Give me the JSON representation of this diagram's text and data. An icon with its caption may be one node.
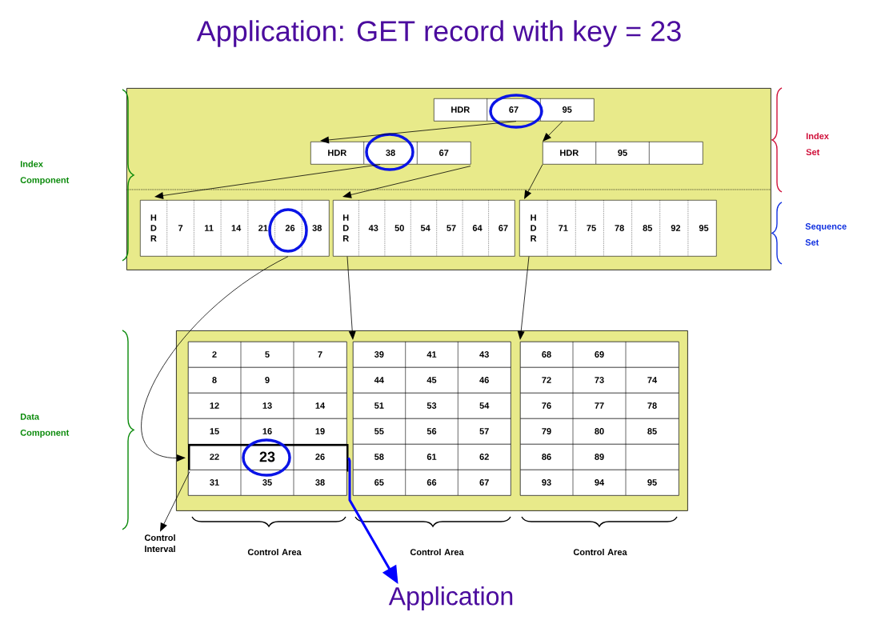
{
  "diagram": {
    "title": "Application: GET record with key = 23",
    "nodes": [
      {
        "text": [],
        "shape": "box"
      },
      {
        "text": [
          "HDR",
          "67",
          "95"
        ],
        "in": 0
      },
      {
        "text": [
          "HDR",
          "38",
          "67"
        ],
        "in": 0
      },
      {
        "text": [
          "HDR",
          "95"
        ],
        "in": 0
      },
      {
        "text": [
          "H D R",
          "7",
          "11",
          "14",
          "21",
          "26",
          "38"
        ],
        "in": 0
      },
      {
        "text": [
          "H D R",
          "43",
          "50",
          "54",
          "57",
          "64",
          "67"
        ],
        "in": 0
      },
      {
        "text": [
          "H D R",
          "71",
          "75",
          "78",
          "85",
          "92",
          "95"
        ],
        "in": 0
      },
      {
        "text": [],
        "shape": "box"
      },
      {
        "text": [],
        "shape": "box",
        "in": 7
      },
      {
        "text": [
          "2",
          "5",
          "7"
        ],
        "in": 8
      },
      {
        "text": [
          "8",
          "9"
        ],
        "in": 8
      },
      {
        "text": [
          "12",
          "13",
          "14"
        ],
        "in": 8
      },
      {
        "text": [
          "15",
          "16",
          "19"
        ],
        "in": 8
      },
      {
        "text": [
          "22",
          "23",
          "26"
        ],
        "in": 8
      },
      {
        "text": [
          "31",
          "35",
          "38"
        ],
        "in": 8
      },
      {
        "text": [],
        "shape": "box",
        "in": 7
      },
      {
        "text": [
          "39",
          "41",
          "43"
        ],
        "in": 15
      },
      {
        "text": [
          "44",
          "45",
          "46"
        ],
        "in": 15
      },
      {
        "text": [
          "51",
          "53",
          "54"
        ],
        "in": 15
      },
      {
        "text": [
          "55",
          "56",
          "57"
        ],
        "in": 15
      },
      {
        "text": [
          "58",
          "61",
          "62"
        ],
        "in": 15
      },
      {
        "text": [
          "65",
          "66",
          "67"
        ],
        "in": 15
      },
      {
        "text": [],
        "shape": "box",
        "in": 7
      },
      {
        "text": [
          "68",
          "69"
        ],
        "in": 22
      },
      {
        "text": [
          "72",
          "73",
          "74"
        ],
        "in": 22
      },
      {
        "text": [
          "76",
          "77",
          "78"
        ],
        "in": 22
      },
      {
        "text": [
          "79",
          "80",
          "85"
        ],
        "in": 22
      },
      {
        "text": [
          "86",
          "89"
        ],
        "in": 22
      },
      {
        "text": [
          "93",
          "94",
          "95"
        ],
        "in": 22
      },
      {
        "text": [
          "Control Interval"
        ]
      },
      {
        "text": [
          "Application"
        ]
      }
    ],
    "edges": [
      {
        "from": 1,
        "to": 2,
        "arrow": "to"
      },
      {
        "from": 1,
        "to": 3,
        "arrow": "to"
      },
      {
        "from": 2,
        "to": 4,
        "arrow": "to"
      },
      {
        "from": 2,
        "to": 5,
        "arrow": "to"
      },
      {
        "from": 3,
        "to": 6,
        "arrow": "to"
      },
      {
        "from": 4,
        "to": 13,
        "arrow": "to"
      },
      {
        "from": 5,
        "to": 15,
        "arrow": "to"
      },
      {
        "from": 6,
        "to": 22,
        "arrow": "to"
      },
      {
        "from": 13,
        "to": 29,
        "arrow": "to"
      },
      {
        "from": 13,
        "to": 30,
        "arrow": "to",
        "style": "thick",
        "color": "#0000ff"
      }
    ],
    "labels": [
      "Index Component",
      "Index Set",
      "Sequence Set",
      "Data Component",
      "Control Area",
      "Control Area",
      "Control Area"
    ]
  }
}
